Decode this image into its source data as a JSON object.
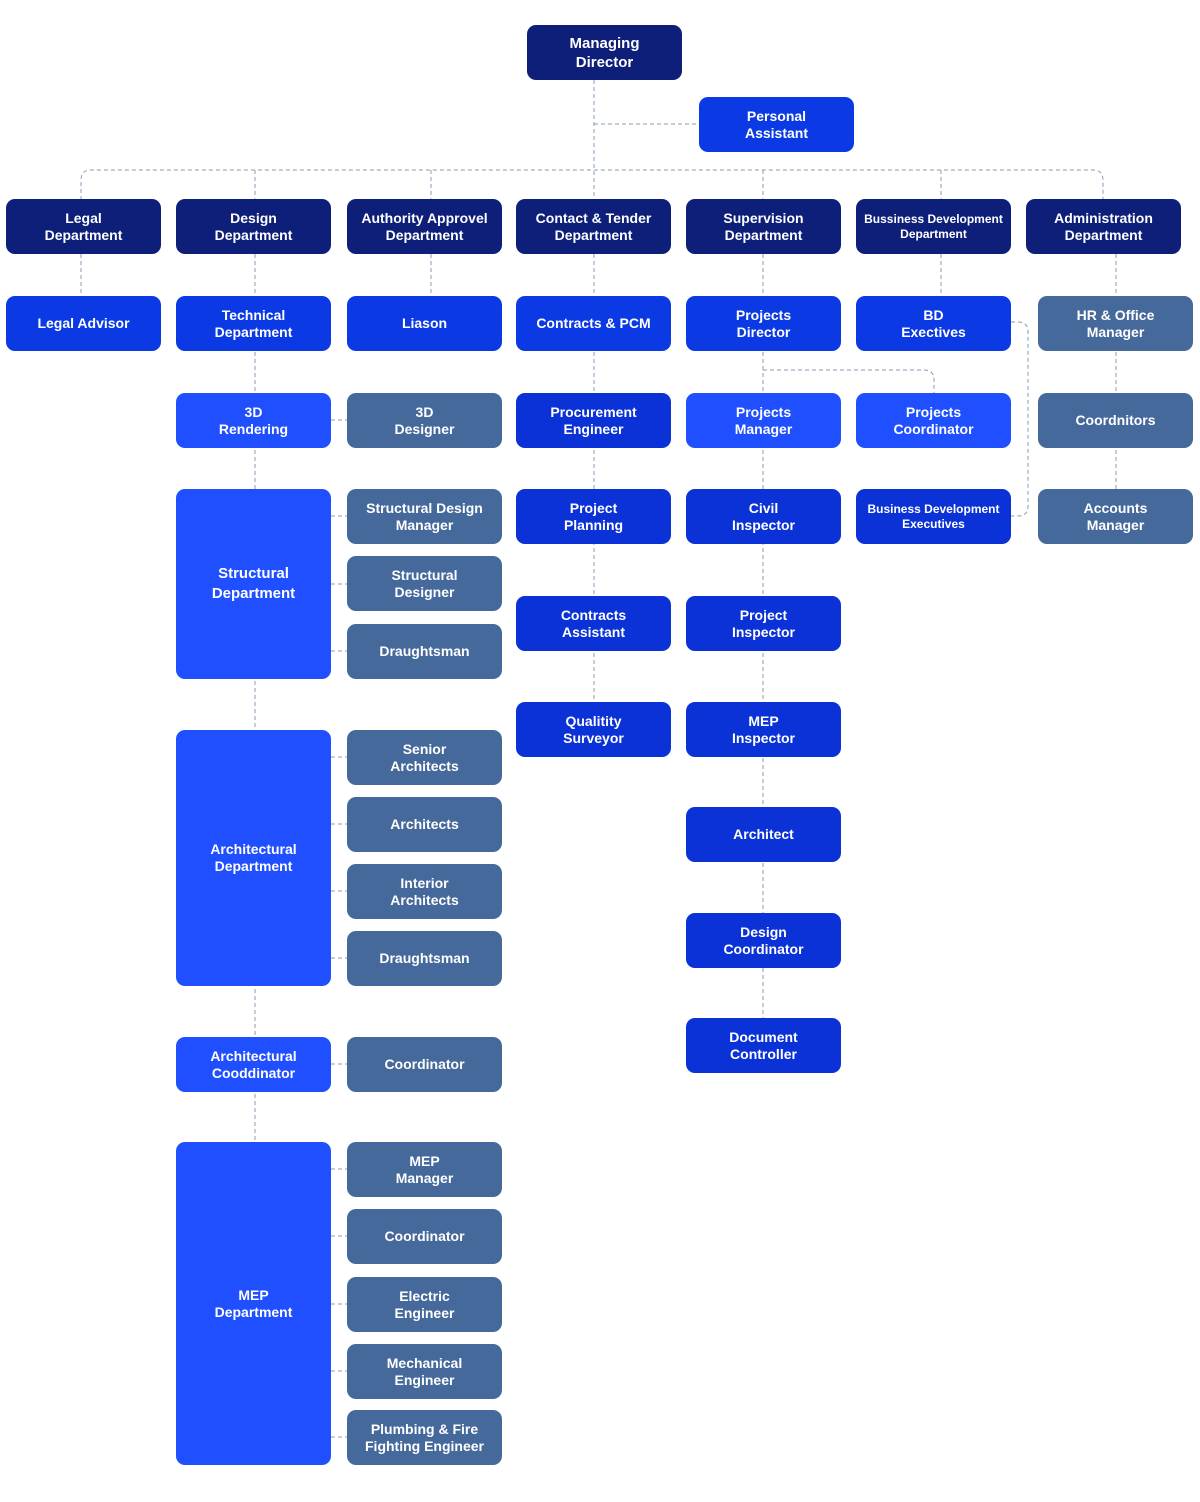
{
  "colors": {
    "navy": "#0e1f7a",
    "royal": "#0a32d6",
    "mid": "#0b3ae5",
    "bright": "#1f4fff",
    "slate": "#46699c",
    "connector": "#8a9db3"
  },
  "nodes": {
    "managing_director": "Managing\nDirector",
    "personal_assistant": "Personal\nAssistant",
    "legal_department": "Legal\nDepartment",
    "design_department": "Design\nDepartment",
    "authority_approval_department": "Authority Approvel\nDepartment",
    "contact_tender_department": "Contact & Tender\nDepartment",
    "supervision_department": "Supervision\nDepartment",
    "business_development_department": "Bussiness  Development\nDepartment",
    "administration_department": "Administration\nDepartment",
    "legal_advisor": "Legal Advisor",
    "technical_department": "Technical\nDepartment",
    "liason": "Liason",
    "contracts_pcm": "Contracts & PCM",
    "projects_director": "Projects\nDirector",
    "bd_exectives": "BD\nExectives",
    "hr_office_manager": "HR & Office\nManager",
    "rendering_3d": "3D\nRendering",
    "designer_3d": "3D\nDesigner",
    "procurement_engineer": "Procurement\nEngineer",
    "projects_manager": "Projects\nManager",
    "projects_coordinator": "Projects\nCoordinator",
    "coordnitors": "Coordnitors",
    "structural_department": "Structural\nDepartment",
    "structural_design_manager": "Structural Design\nManager",
    "structural_designer": "Structural\nDesigner",
    "draughtsman_structural": "Draughtsman",
    "project_planning": "Project\nPlanning",
    "civil_inspector": "Civil\nInspector",
    "business_development_executives": "Business Development\nExecutives",
    "accounts_manager": "Accounts\nManager",
    "contracts_assistant": "Contracts\nAssistant",
    "project_inspector": "Project\nInspector",
    "qualitity_surveyor": "Qualitity\nSurveyor",
    "mep_inspector": "MEP\nInspector",
    "architectural_department": "Architectural\nDepartment",
    "senior_architects": "Senior\nArchitects",
    "architects": "Architects",
    "interior_architects": "Interior\nArchitects",
    "draughtsman_architectural": "Draughtsman",
    "architect": "Architect",
    "design_coordinator": "Design\nCoordinator",
    "document_controller": "Document\nController",
    "architectural_cooddinator": "Architectural\nCooddinator",
    "coordinator_arch": "Coordinator",
    "mep_department": "MEP\nDepartment",
    "mep_manager": "MEP\nManager",
    "coordinator_mep": "Coordinator",
    "electric_engineer": "Electric\nEngineer",
    "mechanical_engineer": "Mechanical\nEngineer",
    "plumbing_fire_engineer": "Plumbing & Fire\nFighting Engineer"
  }
}
